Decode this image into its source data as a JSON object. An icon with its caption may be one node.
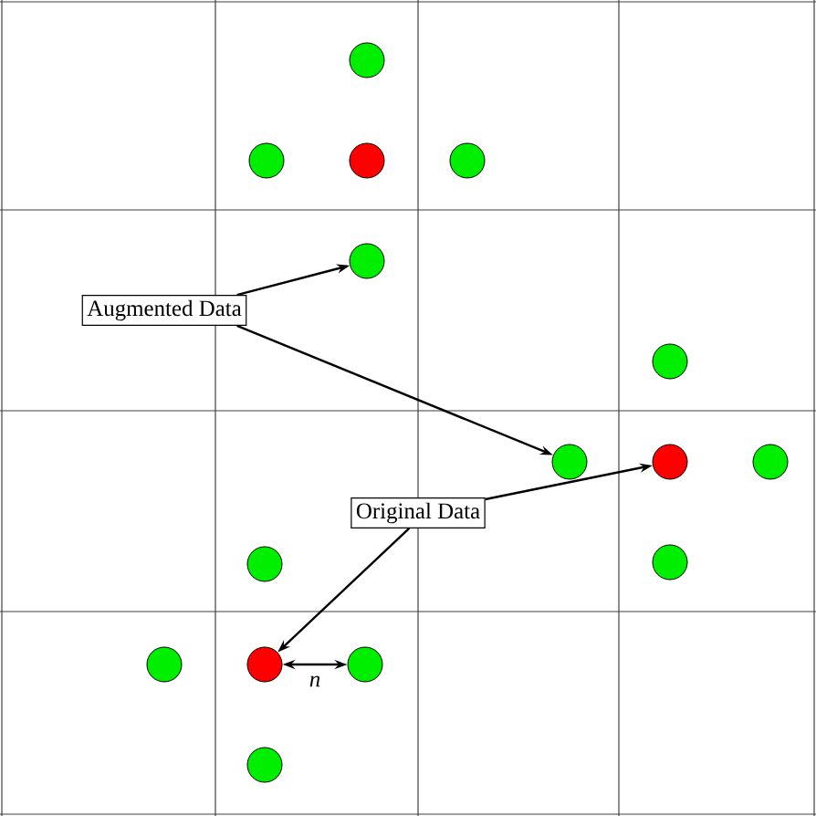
{
  "diagram": {
    "nodes": [
      {
        "text": [
          "Augmented Data"
        ]
      },
      {
        "text": [
          "Original Data"
        ]
      },
      {
        "text": [],
        "shape": "circle"
      },
      {
        "text": [],
        "shape": "circle"
      },
      {
        "text": [],
        "shape": "circle"
      },
      {
        "text": [],
        "shape": "circle"
      },
      {
        "text": [],
        "shape": "circle"
      },
      {
        "text": [],
        "shape": "circle"
      },
      {
        "text": [],
        "shape": "circle"
      },
      {
        "text": [],
        "shape": "circle"
      },
      {
        "text": [],
        "shape": "circle"
      },
      {
        "text": [],
        "shape": "circle"
      },
      {
        "text": [],
        "shape": "circle"
      },
      {
        "text": [],
        "shape": "circle"
      },
      {
        "text": [],
        "shape": "circle"
      },
      {
        "text": [],
        "shape": "circle"
      },
      {
        "text": [],
        "shape": "circle"
      }
    ],
    "edges": [
      {
        "from": 0,
        "to": 6,
        "arrow": "to"
      },
      {
        "from": 0,
        "to": 8,
        "arrow": "to"
      },
      {
        "from": 1,
        "to": 9,
        "arrow": "to"
      },
      {
        "from": 1,
        "to": 14,
        "arrow": "to"
      },
      {
        "from": 14,
        "to": 15,
        "arrow": "both",
        "label": "n"
      }
    ]
  }
}
